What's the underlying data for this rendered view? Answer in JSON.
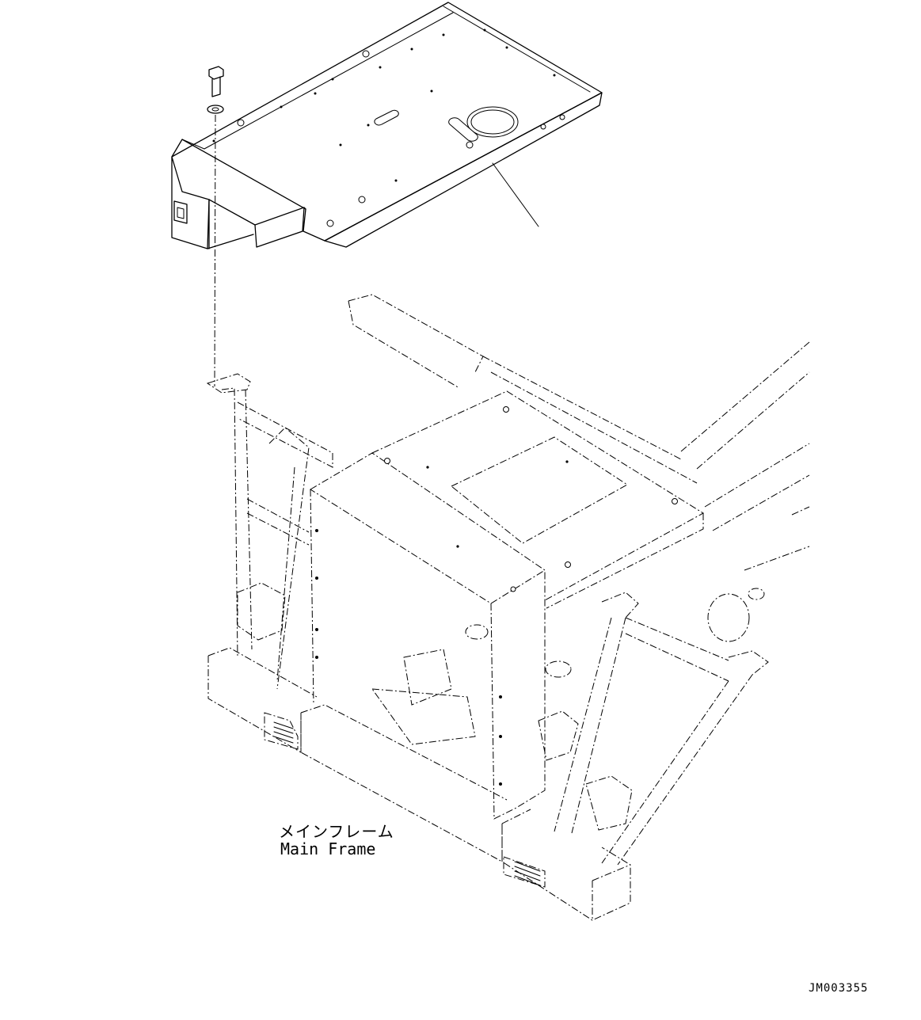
{
  "callouts": {
    "main_frame_jp": "メインフレーム",
    "main_frame_en": "Main Frame"
  },
  "drawing_number": "JM003355",
  "colors": {
    "line": "#000000",
    "background": "#ffffff"
  },
  "icons": [
    "bolt-icon",
    "washer-icon"
  ]
}
